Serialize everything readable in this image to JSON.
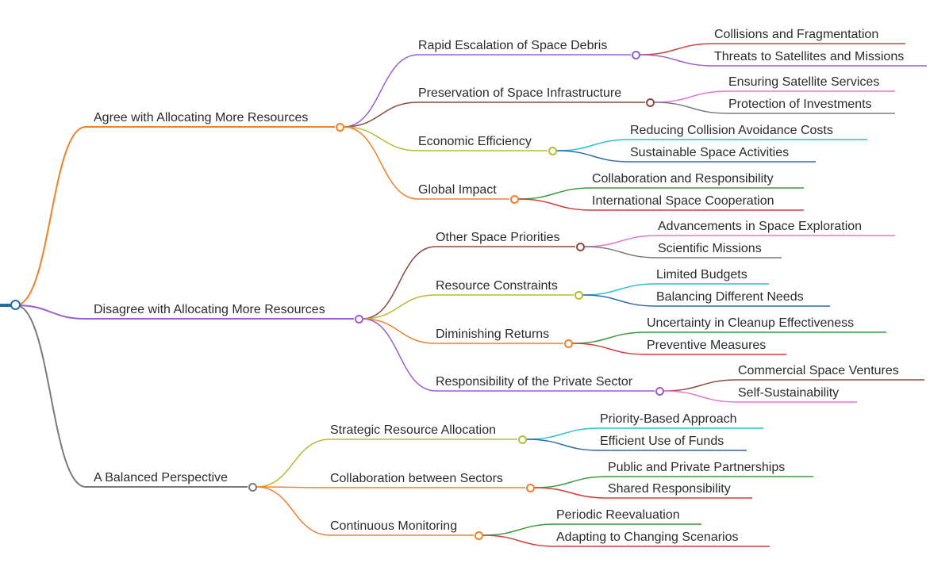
{
  "colors": {
    "orange": "#f2802b",
    "purple": "#9a5fd0",
    "gray": "#7a7a7a",
    "brown": "#8a4a3c",
    "olive": "#b5bd35",
    "red": "#d63a3a",
    "pink": "#e573d0",
    "cyan": "#2bbfd0",
    "blue": "#2c6ca8",
    "green": "#3a9a3a",
    "root": "#1f6fa8"
  },
  "branches": [
    {
      "label": "Agree with Allocating More Resources",
      "color": "orange",
      "children": [
        {
          "label": "Rapid Escalation of Space Debris",
          "color": "purple",
          "leaves": [
            {
              "label": "Collisions and Fragmentation",
              "color": "red"
            },
            {
              "label": "Threats to Satellites and Missions",
              "color": "purple"
            }
          ]
        },
        {
          "label": "Preservation of Space Infrastructure",
          "color": "brown",
          "leaves": [
            {
              "label": "Ensuring Satellite Services",
              "color": "pink"
            },
            {
              "label": "Protection of Investments",
              "color": "gray"
            }
          ]
        },
        {
          "label": "Economic Efficiency",
          "color": "olive",
          "leaves": [
            {
              "label": "Reducing Collision Avoidance Costs",
              "color": "cyan"
            },
            {
              "label": "Sustainable Space Activities",
              "color": "blue"
            }
          ]
        },
        {
          "label": "Global Impact",
          "color": "orange",
          "leaves": [
            {
              "label": "Collaboration and Responsibility",
              "color": "green"
            },
            {
              "label": "International Space Cooperation",
              "color": "red"
            }
          ]
        }
      ]
    },
    {
      "label": "Disagree with Allocating More Resources",
      "color": "purple",
      "children": [
        {
          "label": "Other Space Priorities",
          "color": "brown",
          "leaves": [
            {
              "label": "Advancements in Space Exploration",
              "color": "pink"
            },
            {
              "label": "Scientific Missions",
              "color": "gray"
            }
          ]
        },
        {
          "label": "Resource Constraints",
          "color": "olive",
          "leaves": [
            {
              "label": "Limited Budgets",
              "color": "cyan"
            },
            {
              "label": "Balancing Different Needs",
              "color": "blue"
            }
          ]
        },
        {
          "label": "Diminishing Returns",
          "color": "orange",
          "leaves": [
            {
              "label": "Uncertainty in Cleanup Effectiveness",
              "color": "green"
            },
            {
              "label": "Preventive Measures",
              "color": "red"
            }
          ]
        },
        {
          "label": "Responsibility of the Private Sector",
          "color": "purple",
          "leaves": [
            {
              "label": "Commercial Space Ventures",
              "color": "brown"
            },
            {
              "label": "Self-Sustainability",
              "color": "pink"
            }
          ]
        }
      ]
    },
    {
      "label": "A Balanced Perspective",
      "color": "gray",
      "children": [
        {
          "label": "Strategic Resource Allocation",
          "color": "olive",
          "leaves": [
            {
              "label": "Priority-Based Approach",
              "color": "cyan"
            },
            {
              "label": "Efficient Use of Funds",
              "color": "blue"
            }
          ]
        },
        {
          "label": "Collaboration between Sectors",
          "color": "orange",
          "leaves": [
            {
              "label": "Public and Private Partnerships",
              "color": "green"
            },
            {
              "label": "Shared Responsibility",
              "color": "red"
            }
          ]
        },
        {
          "label": "Continuous Monitoring",
          "color": "orange",
          "leaves": [
            {
              "label": "Periodic Reevaluation",
              "color": "green"
            },
            {
              "label": "Adapting to Changing Scenarios",
              "color": "red"
            }
          ]
        }
      ]
    }
  ]
}
